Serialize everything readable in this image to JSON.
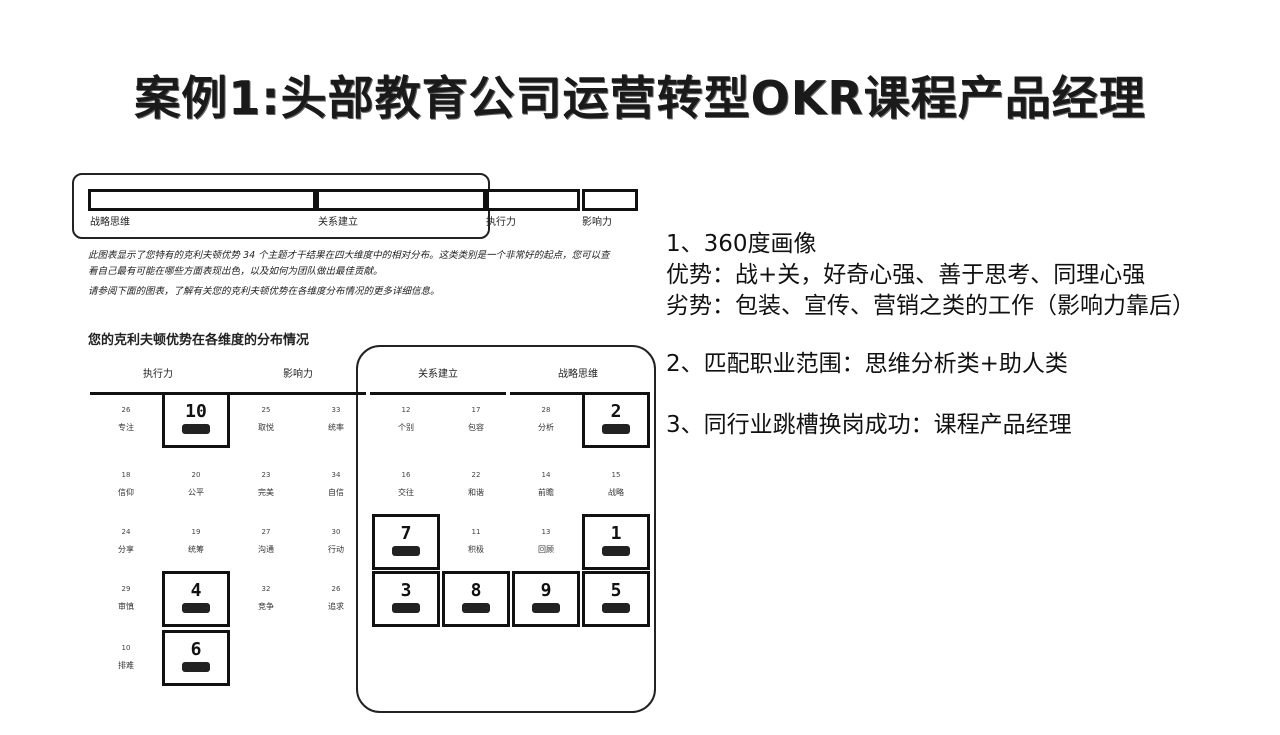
{
  "title": "案例1:头部教育公司运营转型OKR课程产品经理",
  "bars": [
    "战略思维",
    "关系建立",
    "执行力",
    "影响力"
  ],
  "description": [
    "此图表显示了您特有的克利夫顿优势 34 个主题才干结果在四大维度中的相对分布。这类类别是一个非常好的起点，您可以查",
    "看自己最有可能在哪些方面表现出色，以及如何为团队做出最佳贡献。",
    "请参阅下面的图表，了解有关您的克利夫顿优势在各维度分布情况的更多详细信息。"
  ],
  "subheading": "您的克利夫顿优势在各维度的分布情况",
  "columns": [
    "执行力",
    "影响力",
    "关系建立",
    "战略思维"
  ],
  "cells": [
    {
      "num": "26",
      "name": "专注",
      "boxed": false
    },
    {
      "num": "10",
      "name": "",
      "boxed": true
    },
    {
      "num": "25",
      "name": "取悦",
      "boxed": false
    },
    {
      "num": "33",
      "name": "统率",
      "boxed": false
    },
    {
      "num": "12",
      "name": "个别",
      "boxed": false
    },
    {
      "num": "17",
      "name": "包容",
      "boxed": false
    },
    {
      "num": "28",
      "name": "分析",
      "boxed": false
    },
    {
      "num": "2",
      "name": "",
      "boxed": true
    },
    {
      "num": "18",
      "name": "信仰",
      "boxed": false
    },
    {
      "num": "20",
      "name": "公平",
      "boxed": false
    },
    {
      "num": "23",
      "name": "完美",
      "boxed": false
    },
    {
      "num": "34",
      "name": "自信",
      "boxed": false
    },
    {
      "num": "16",
      "name": "交往",
      "boxed": false
    },
    {
      "num": "22",
      "name": "和谐",
      "boxed": false
    },
    {
      "num": "14",
      "name": "前瞻",
      "boxed": false
    },
    {
      "num": "15",
      "name": "战略",
      "boxed": false
    },
    {
      "num": "24",
      "name": "分享",
      "boxed": false
    },
    {
      "num": "19",
      "name": "统筹",
      "boxed": false
    },
    {
      "num": "27",
      "name": "沟通",
      "boxed": false
    },
    {
      "num": "30",
      "name": "行动",
      "boxed": false
    },
    {
      "num": "7",
      "name": "",
      "boxed": true
    },
    {
      "num": "11",
      "name": "积极",
      "boxed": false
    },
    {
      "num": "13",
      "name": "回顾",
      "boxed": false
    },
    {
      "num": "1",
      "name": "",
      "boxed": true
    },
    {
      "num": "29",
      "name": "审慎",
      "boxed": false
    },
    {
      "num": "4",
      "name": "",
      "boxed": true
    },
    {
      "num": "32",
      "name": "竞争",
      "boxed": false
    },
    {
      "num": "26",
      "name": "追求",
      "boxed": false
    },
    {
      "num": "3",
      "name": "",
      "boxed": true
    },
    {
      "num": "8",
      "name": "",
      "boxed": true
    },
    {
      "num": "9",
      "name": "",
      "boxed": true
    },
    {
      "num": "5",
      "name": "",
      "boxed": true
    },
    {
      "num": "10",
      "name": "排难",
      "boxed": false
    },
    {
      "num": "6",
      "name": "",
      "boxed": true
    }
  ],
  "right_text": [
    "1、360度画像",
    "优势：战+关，好奇心强、善于思考、同理心强",
    "劣势：包装、宣传、营销之类的工作（影响力靠后）",
    "2、匹配职业范围：思维分析类+助人类",
    "3、同行业跳槽换岗成功：课程产品经理"
  ]
}
